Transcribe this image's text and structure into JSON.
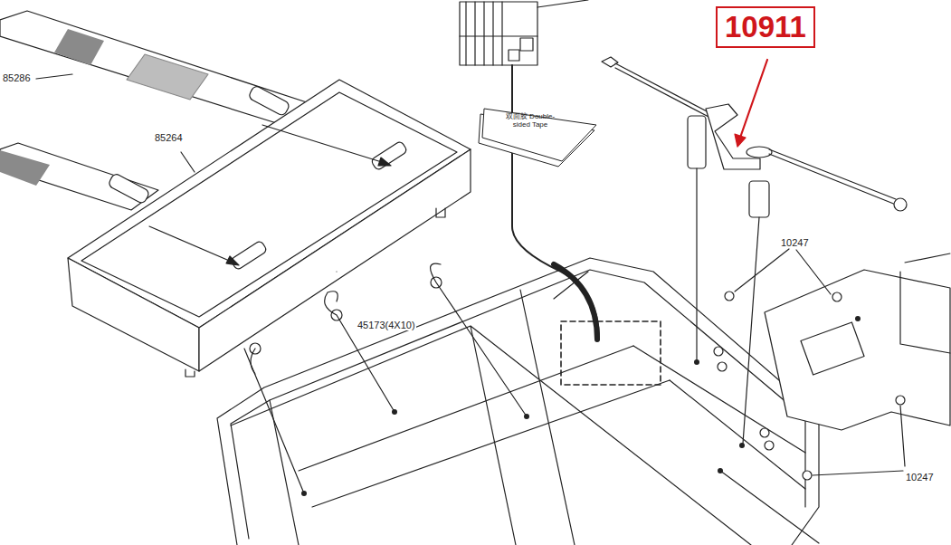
{
  "diagram": {
    "nodes": [
      {
        "text": [
          "10911"
        ]
      },
      {
        "text": [
          "双面胶 Double-sided Tape"
        ]
      }
    ],
    "labels": [
      "85286",
      "85264",
      "45173(4X10)",
      "10247",
      "10247"
    ]
  }
}
